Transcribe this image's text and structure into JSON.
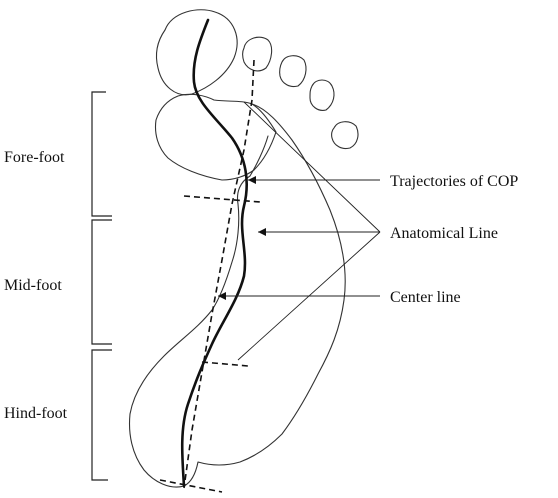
{
  "region_labels": {
    "fore_foot": "Fore-foot",
    "mid_foot": "Mid-foot",
    "hind_foot": "Hind-foot"
  },
  "annotation_labels": {
    "cop": "Trajectories of COP",
    "anatomical": "Anatomical Line",
    "center": "Center line"
  }
}
